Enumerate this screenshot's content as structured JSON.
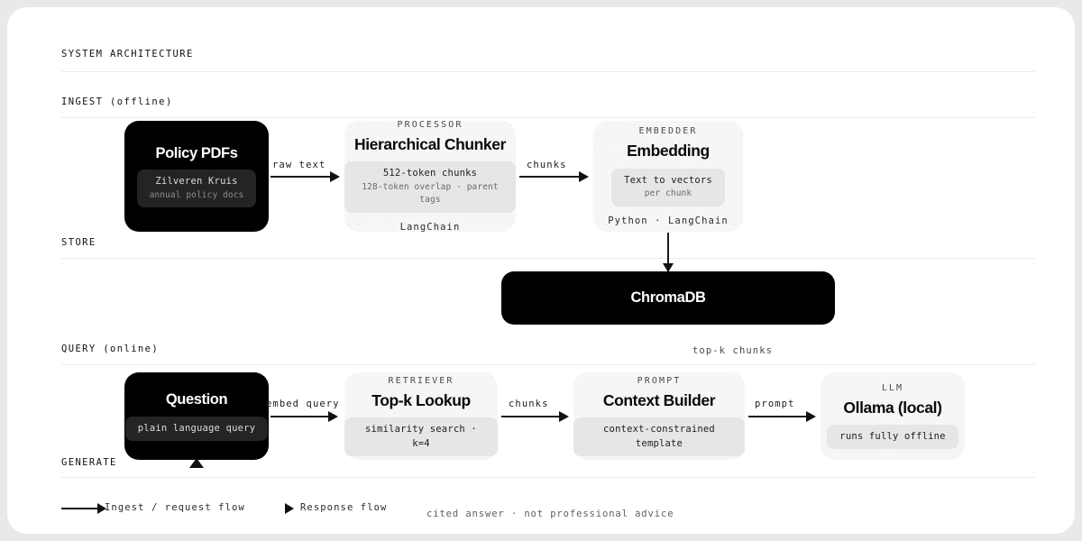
{
  "page": {
    "title": "SYSTEM ARCHITECTURE"
  },
  "sections": {
    "ingest": "INGEST (offline)",
    "store": "STORE",
    "query": "QUERY (online)",
    "generate": "GENERATE"
  },
  "ingest_row": {
    "source": {
      "title": "Policy PDFs",
      "pill_main": "Zilveren Kruis",
      "pill_sub": "annual policy docs"
    },
    "processor": {
      "kicker": "PROCESSOR",
      "title": "Hierarchical Chunker",
      "pill_main": "512-token chunks",
      "pill_sub": "128-token overlap · parent tags",
      "footer": "LangChain"
    },
    "embedder": {
      "kicker": "EMBEDDER",
      "title": "Embedding",
      "pill_main": "Text to vectors",
      "pill_sub": "per chunk",
      "footer": "Python · LangChain"
    },
    "edge_1": "raw text",
    "edge_2": "chunks"
  },
  "store_row": {
    "db": {
      "title": "ChromaDB"
    }
  },
  "query_row": {
    "question": {
      "title": "Question",
      "pill_main": "plain language query"
    },
    "retriever": {
      "kicker": "RETRIEVER",
      "title": "Top-k Lookup",
      "pill_main": "similarity search · k=4"
    },
    "prompt": {
      "kicker": "PROMPT",
      "title": "Context Builder",
      "pill_main": "context-constrained template"
    },
    "llm": {
      "kicker": "LLM",
      "title": "Ollama (local)",
      "pill_main": "runs fully offline"
    },
    "edge_topk": "top-k chunks",
    "edge_embed": "embed query",
    "edge_chunks": "chunks",
    "edge_prompt": "prompt"
  },
  "legend": {
    "ingest_flow": "Ingest / request flow",
    "response_flow": "Response flow",
    "note": "cited answer · not professional advice"
  },
  "colors": {
    "ink": "#000000",
    "card_light": "#f6f6f6",
    "pill": "#e6e6e6",
    "divider": "#ececec"
  }
}
